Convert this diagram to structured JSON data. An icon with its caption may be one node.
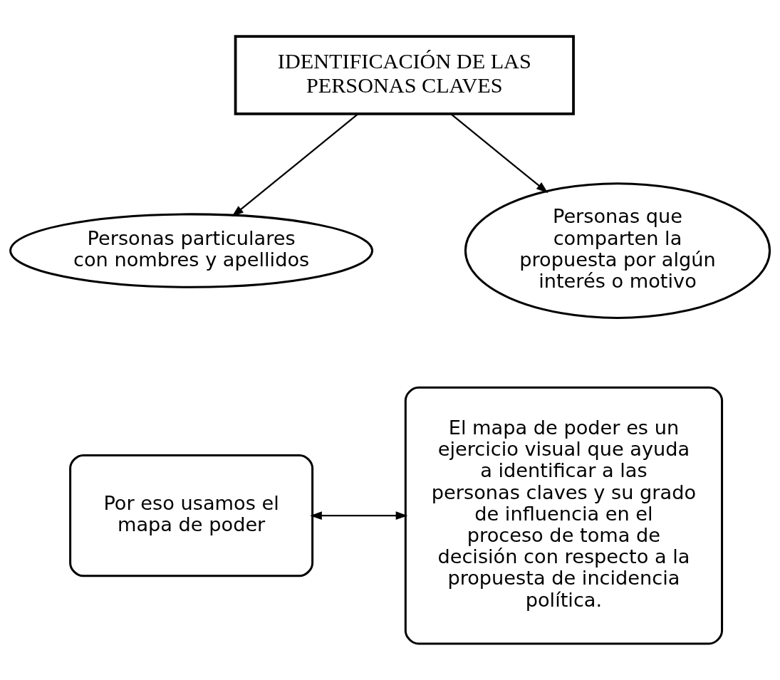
{
  "diagram": {
    "nodes": [
      {
        "text": [
          "IDENTIFICACIÓN DE LAS PERSONAS CLAVES"
        ]
      },
      {
        "text": [
          "Personas particulares con nombres y apellidos"
        ]
      },
      {
        "text": [
          "Personas que comparten la propuesta por algún interés o motivo"
        ]
      },
      {
        "text": [
          "Por eso usamos el mapa de poder"
        ]
      },
      {
        "text": [
          "El mapa de poder es un ejercicio visual que ayuda a identificar a las personas claves y su grado de influencia en el proceso de toma de decisión con respecto a la propuesta de incidencia política."
        ]
      }
    ],
    "edges": [
      {
        "from": 0,
        "to": 1,
        "arrow": "to"
      },
      {
        "from": 0,
        "to": 2,
        "arrow": "to"
      },
      {
        "from": 3,
        "to": 4,
        "arrow": "both"
      }
    ]
  }
}
